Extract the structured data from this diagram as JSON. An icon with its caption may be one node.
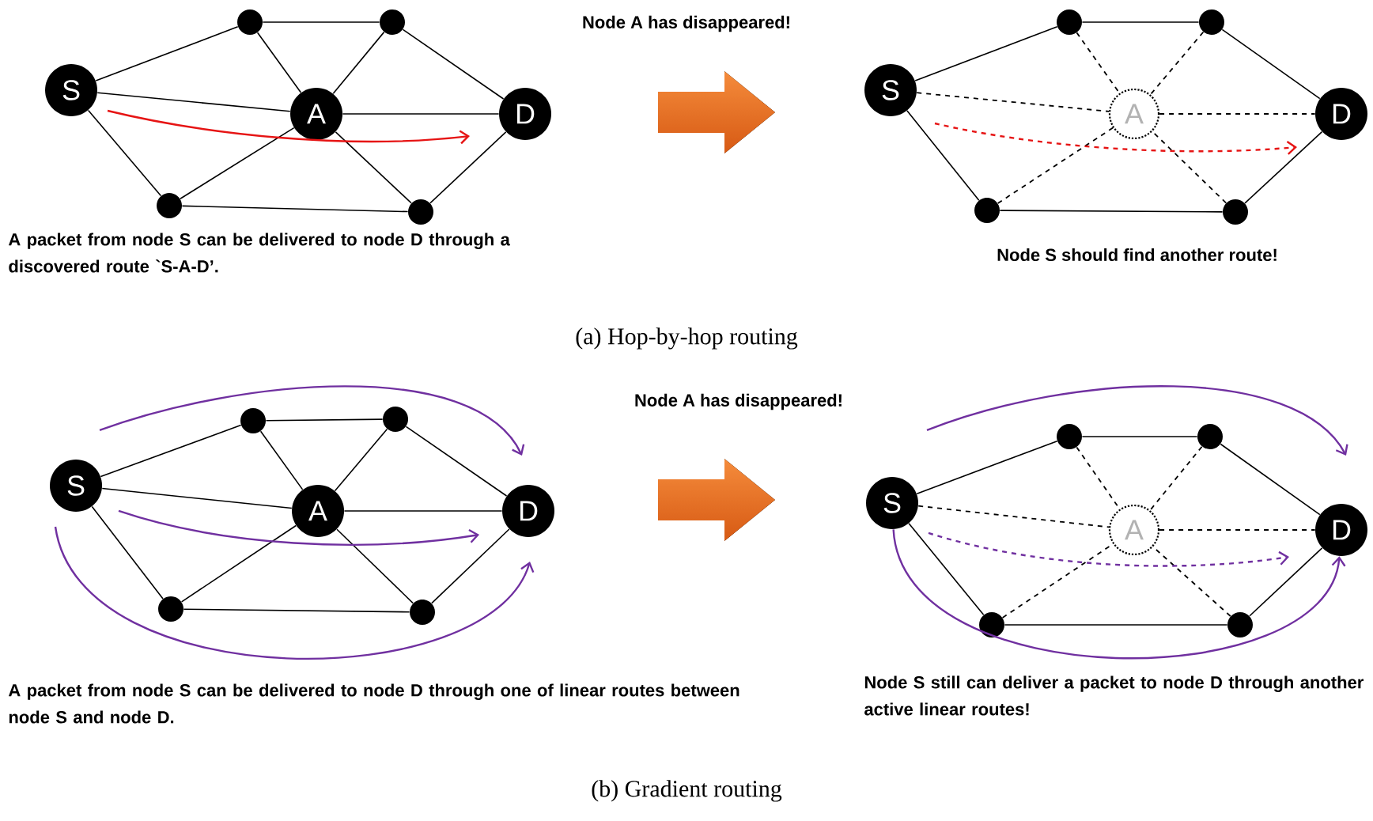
{
  "diagram": {
    "nodes": [
      {
        "text": [
          "S"
        ]
      },
      {
        "text": [
          "A"
        ]
      },
      {
        "text": [
          "D"
        ]
      },
      {
        "text": [],
        "shape": "circle"
      },
      {
        "text": [],
        "shape": "circle"
      },
      {
        "text": [],
        "shape": "circle"
      },
      {
        "text": [],
        "shape": "circle"
      },
      {
        "text": [
          "S"
        ]
      },
      {
        "text": [
          "A"
        ]
      },
      {
        "text": [
          "D"
        ]
      },
      {
        "text": [],
        "shape": "circle"
      },
      {
        "text": [],
        "shape": "circle"
      },
      {
        "text": [],
        "shape": "circle"
      },
      {
        "text": [],
        "shape": "circle"
      },
      {
        "text": [
          "S"
        ]
      },
      {
        "text": [
          "A"
        ]
      },
      {
        "text": [
          "D"
        ]
      },
      {
        "text": [],
        "shape": "circle"
      },
      {
        "text": [],
        "shape": "circle"
      },
      {
        "text": [],
        "shape": "circle"
      },
      {
        "text": [],
        "shape": "circle"
      },
      {
        "text": [
          "S"
        ]
      },
      {
        "text": [
          "A"
        ]
      },
      {
        "text": [
          "D"
        ]
      },
      {
        "text": [],
        "shape": "circle"
      },
      {
        "text": [],
        "shape": "circle"
      },
      {
        "text": [],
        "shape": "circle"
      },
      {
        "text": [],
        "shape": "circle"
      }
    ],
    "edges": [
      {
        "from": 0,
        "to": 3,
        "arrow": "none"
      },
      {
        "from": 3,
        "to": 4,
        "arrow": "none"
      },
      {
        "from": 4,
        "to": 2,
        "arrow": "none"
      },
      {
        "from": 0,
        "to": 1,
        "arrow": "none"
      },
      {
        "from": 1,
        "to": 2,
        "arrow": "none"
      },
      {
        "from": 3,
        "to": 1,
        "arrow": "none"
      },
      {
        "from": 4,
        "to": 1,
        "arrow": "none"
      },
      {
        "from": 0,
        "to": 5,
        "arrow": "none"
      },
      {
        "from": 5,
        "to": 1,
        "arrow": "none"
      },
      {
        "from": 5,
        "to": 6,
        "arrow": "none"
      },
      {
        "from": 6,
        "to": 1,
        "arrow": "none"
      },
      {
        "from": 6,
        "to": 2,
        "arrow": "none"
      },
      {
        "from": 7,
        "to": 10,
        "arrow": "none"
      },
      {
        "from": 10,
        "to": 11,
        "arrow": "none"
      },
      {
        "from": 11,
        "to": 9,
        "arrow": "none"
      },
      {
        "from": 7,
        "to": 8,
        "arrow": "none",
        "style": "dashed"
      },
      {
        "from": 8,
        "to": 9,
        "arrow": "none",
        "style": "dashed"
      },
      {
        "from": 10,
        "to": 8,
        "arrow": "none",
        "style": "dashed"
      },
      {
        "from": 11,
        "to": 8,
        "arrow": "none",
        "style": "dashed"
      },
      {
        "from": 7,
        "to": 12,
        "arrow": "none"
      },
      {
        "from": 12,
        "to": 8,
        "arrow": "none",
        "style": "dashed"
      },
      {
        "from": 12,
        "to": 13,
        "arrow": "none"
      },
      {
        "from": 13,
        "to": 8,
        "arrow": "none",
        "style": "dashed"
      },
      {
        "from": 13,
        "to": 9,
        "arrow": "none"
      },
      {
        "from": 14,
        "to": 17,
        "arrow": "none"
      },
      {
        "from": 17,
        "to": 18,
        "arrow": "none"
      },
      {
        "from": 18,
        "to": 16,
        "arrow": "none"
      },
      {
        "from": 14,
        "to": 15,
        "arrow": "none"
      },
      {
        "from": 15,
        "to": 16,
        "arrow": "none"
      },
      {
        "from": 17,
        "to": 15,
        "arrow": "none"
      },
      {
        "from": 18,
        "to": 15,
        "arrow": "none"
      },
      {
        "from": 14,
        "to": 19,
        "arrow": "none"
      },
      {
        "from": 19,
        "to": 15,
        "arrow": "none"
      },
      {
        "from": 19,
        "to": 20,
        "arrow": "none"
      },
      {
        "from": 20,
        "to": 15,
        "arrow": "none"
      },
      {
        "from": 20,
        "to": 16,
        "arrow": "none"
      },
      {
        "from": 21,
        "to": 24,
        "arrow": "none"
      },
      {
        "from": 24,
        "to": 25,
        "arrow": "none"
      },
      {
        "from": 25,
        "to": 23,
        "arrow": "none"
      },
      {
        "from": 21,
        "to": 22,
        "arrow": "none",
        "style": "dashed"
      },
      {
        "from": 22,
        "to": 23,
        "arrow": "none",
        "style": "dashed"
      },
      {
        "from": 24,
        "to": 22,
        "arrow": "none",
        "style": "dashed"
      },
      {
        "from": 25,
        "to": 22,
        "arrow": "none",
        "style": "dashed"
      },
      {
        "from": 21,
        "to": 26,
        "arrow": "none"
      },
      {
        "from": 26,
        "to": 22,
        "arrow": "none",
        "style": "dashed"
      },
      {
        "from": 26,
        "to": 27,
        "arrow": "none"
      },
      {
        "from": 27,
        "to": 22,
        "arrow": "none",
        "style": "dashed"
      },
      {
        "from": 27,
        "to": 23,
        "arrow": "none"
      },
      {
        "from": 21,
        "to": 23,
        "arrow": "to",
        "color": "#7030a0"
      }
    ],
    "labels": [
      "Node A has disappeared!",
      "A packet from node S can be delivered to node D through a discovered route `S-A-D’.",
      "Node S should find another route!",
      "(a) Hop-by-hop routing",
      "Node A has disappeared!",
      "A packet from node S can be delivered to node D through one of linear routes between node S and node D.",
      "Node S still can deliver a packet to node D through another active linear routes!",
      "(b) Gradient routing"
    ]
  }
}
